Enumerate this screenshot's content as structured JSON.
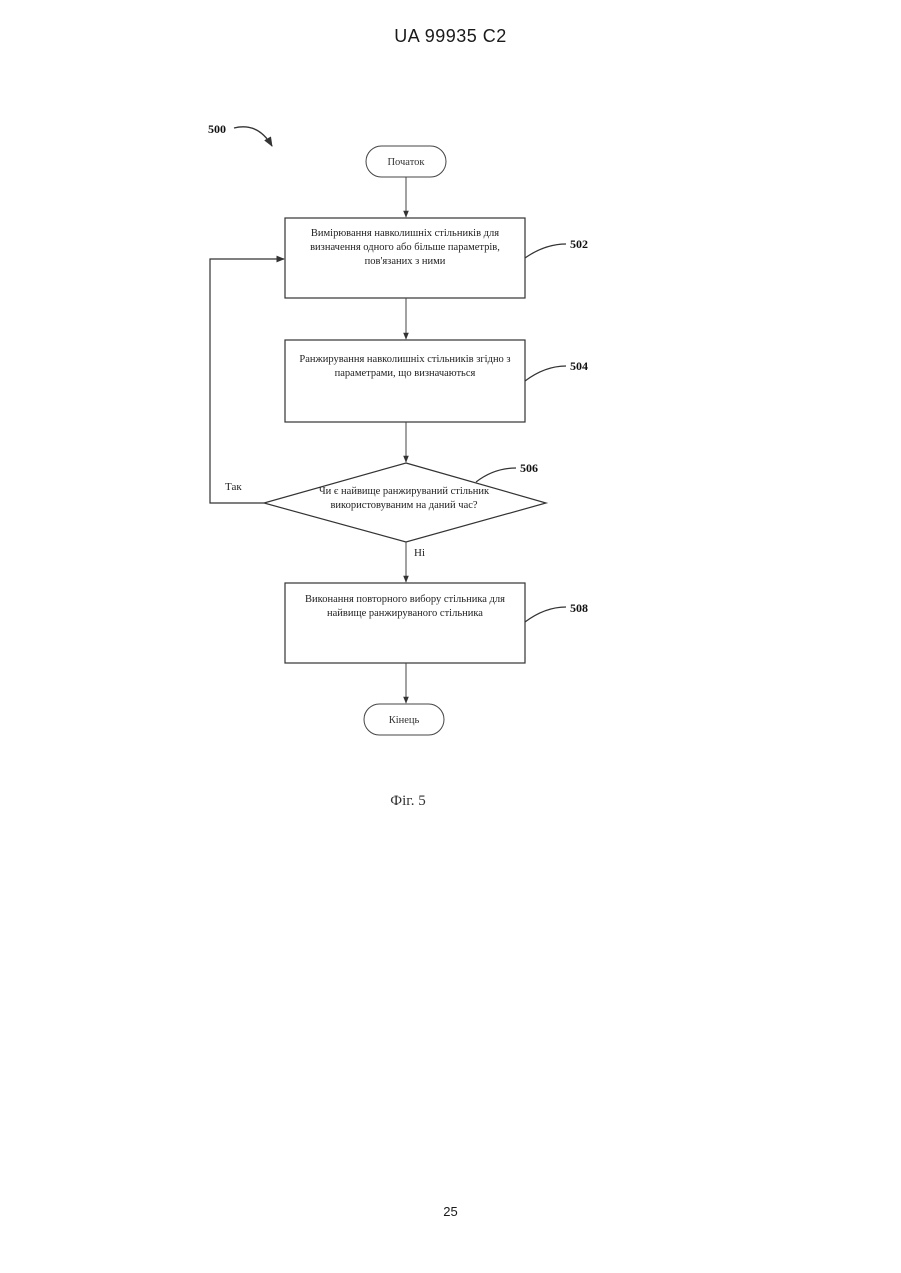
{
  "header": {
    "doc_number": "UA   99935   C2"
  },
  "footer": {
    "page_number": "25"
  },
  "figure": {
    "ref": "500",
    "caption": "Фіг. 5",
    "nodes": {
      "start": "Початок",
      "step502": {
        "lines": [
          "Вимірювання навколишніх стільників для",
          "визначення одного або більше параметрів,",
          "пов'язаних з ними"
        ],
        "ref": "502"
      },
      "step504": {
        "lines": [
          "Ранжирування навколишніх стільників згідно з",
          "параметрами, що визначаються"
        ],
        "ref": "504"
      },
      "decision506": {
        "lines": [
          "Чи є найвище ранжируваний стільник",
          "використовуваним на даний час?"
        ],
        "ref": "506"
      },
      "step508": {
        "lines": [
          "Виконання повторного вибору стільника для",
          "найвище ранжируваного стільника"
        ],
        "ref": "508"
      },
      "end": "Кінець"
    },
    "edges": {
      "yes": "Так",
      "no": "Ні"
    }
  }
}
